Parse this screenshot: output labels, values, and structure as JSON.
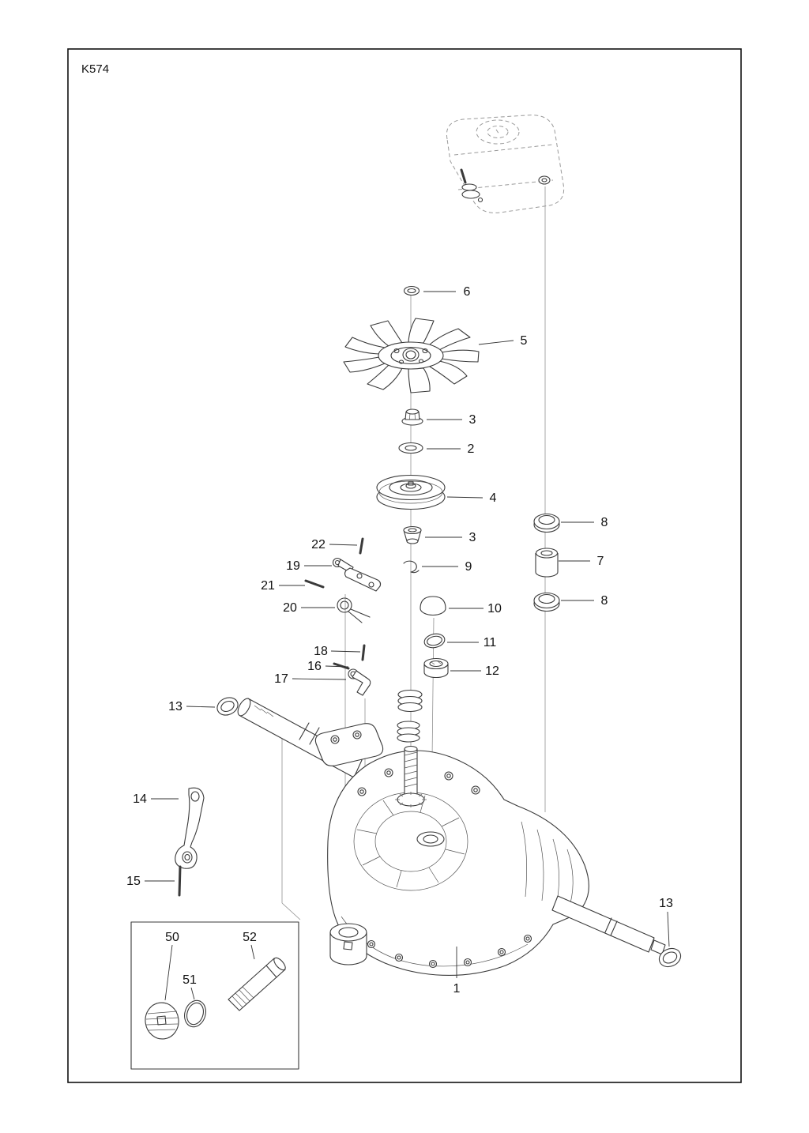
{
  "page": {
    "code": "K574"
  },
  "diagram": {
    "callouts": [
      {
        "n": "6",
        "t": [
          591,
          369
        ],
        "l": [
          536,
          369,
          577,
          369
        ]
      },
      {
        "n": "5",
        "t": [
          663,
          431
        ],
        "l": [
          606,
          436,
          650,
          431
        ]
      },
      {
        "n": "3",
        "t": [
          598,
          531
        ],
        "l": [
          540,
          531,
          585,
          531
        ]
      },
      {
        "n": "2",
        "t": [
          596,
          568
        ],
        "l": [
          540,
          568,
          583,
          568
        ]
      },
      {
        "n": "4",
        "t": [
          624,
          630
        ],
        "l": [
          566,
          629,
          611,
          630
        ]
      },
      {
        "n": "3",
        "t": [
          598,
          680
        ],
        "l": [
          538,
          680,
          585,
          680
        ]
      },
      {
        "n": "9",
        "t": [
          593,
          717
        ],
        "l": [
          534,
          717,
          580,
          717
        ]
      },
      {
        "n": "22",
        "t": [
          403,
          689
        ],
        "l": [
          417,
          689,
          452,
          690
        ]
      },
      {
        "n": "19",
        "t": [
          371,
          716
        ],
        "l": [
          385,
          716,
          420,
          716
        ]
      },
      {
        "n": "21",
        "t": [
          339,
          741
        ],
        "l": [
          353,
          741,
          386,
          741
        ]
      },
      {
        "n": "20",
        "t": [
          367,
          769
        ],
        "l": [
          381,
          769,
          424,
          769
        ]
      },
      {
        "n": "10",
        "t": [
          626,
          770
        ],
        "l": [
          568,
          770,
          612,
          770
        ]
      },
      {
        "n": "11",
        "t": [
          620,
          813
        ],
        "l": [
          566,
          813,
          606,
          813
        ]
      },
      {
        "n": "12",
        "t": [
          623,
          849
        ],
        "l": [
          570,
          849,
          609,
          849
        ]
      },
      {
        "n": "18",
        "t": [
          406,
          824
        ],
        "l": [
          419,
          824,
          456,
          825
        ]
      },
      {
        "n": "16",
        "t": [
          398,
          843
        ],
        "l": [
          412,
          843,
          441,
          844
        ]
      },
      {
        "n": "17",
        "t": [
          356,
          859
        ],
        "l": [
          370,
          859,
          438,
          860
        ]
      },
      {
        "n": "13",
        "t": [
          222,
          894
        ],
        "l": [
          236,
          894,
          272,
          895
        ]
      },
      {
        "n": "14",
        "t": [
          177,
          1011
        ],
        "l": [
          191,
          1011,
          226,
          1011
        ]
      },
      {
        "n": "15",
        "t": [
          169,
          1115
        ],
        "l": [
          183,
          1115,
          221,
          1115
        ]
      },
      {
        "n": "8",
        "t": [
          765,
          661
        ],
        "l": [
          710,
          661,
          752,
          661
        ]
      },
      {
        "n": "7",
        "t": [
          760,
          710
        ],
        "l": [
          707,
          710,
          747,
          710
        ]
      },
      {
        "n": "8",
        "t": [
          765,
          760
        ],
        "l": [
          710,
          760,
          752,
          760
        ]
      },
      {
        "n": "1",
        "t": [
          578,
          1251
        ],
        "l": [
          578,
          1238,
          578,
          1198
        ]
      },
      {
        "n": "13",
        "t": [
          843,
          1143
        ],
        "l": [
          845,
          1154,
          847,
          1198
        ]
      },
      {
        "n": "50",
        "t": [
          218,
          1186
        ],
        "l": [
          218,
          1196,
          209,
          1266
        ]
      },
      {
        "n": "51",
        "t": [
          240,
          1240
        ],
        "l": [
          242,
          1250,
          246,
          1265
        ]
      },
      {
        "n": "52",
        "t": [
          316,
          1186
        ],
        "l": [
          318,
          1196,
          322,
          1214
        ]
      }
    ]
  }
}
